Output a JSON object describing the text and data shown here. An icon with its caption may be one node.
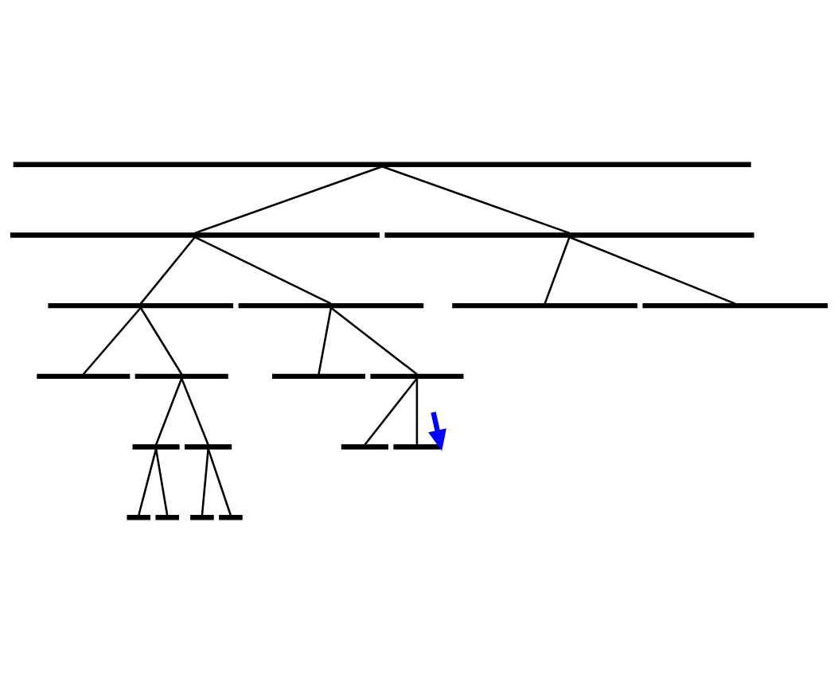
{
  "diagram": {
    "nodes": [
      {
        "text": [],
        "shape": "bar"
      },
      {
        "text": [],
        "shape": "bar"
      },
      {
        "text": [],
        "shape": "bar"
      },
      {
        "text": [],
        "shape": "bar"
      },
      {
        "text": [],
        "shape": "bar"
      },
      {
        "text": [],
        "shape": "bar"
      },
      {
        "text": [],
        "shape": "bar"
      },
      {
        "text": [],
        "shape": "bar"
      },
      {
        "text": [],
        "shape": "bar"
      },
      {
        "text": [],
        "shape": "bar"
      },
      {
        "text": [],
        "shape": "bar"
      },
      {
        "text": [],
        "shape": "bar"
      },
      {
        "text": [],
        "shape": "bar"
      },
      {
        "text": [],
        "shape": "bar"
      },
      {
        "text": [],
        "shape": "bar"
      },
      {
        "text": [],
        "shape": "bar"
      },
      {
        "text": [],
        "shape": "bar"
      },
      {
        "text": [],
        "shape": "bar"
      },
      {
        "text": [],
        "shape": "bar"
      }
    ],
    "edges": [
      {
        "from": 0,
        "to": 1,
        "arrow": "none"
      },
      {
        "from": 0,
        "to": 2,
        "arrow": "none"
      },
      {
        "from": 1,
        "to": 3,
        "arrow": "none"
      },
      {
        "from": 1,
        "to": 4,
        "arrow": "none"
      },
      {
        "from": 2,
        "to": 5,
        "arrow": "none"
      },
      {
        "from": 2,
        "to": 6,
        "arrow": "none"
      },
      {
        "from": 3,
        "to": 7,
        "arrow": "none"
      },
      {
        "from": 3,
        "to": 8,
        "arrow": "none"
      },
      {
        "from": 4,
        "to": 9,
        "arrow": "none"
      },
      {
        "from": 4,
        "to": 10,
        "arrow": "none"
      },
      {
        "from": 8,
        "to": 11,
        "arrow": "none"
      },
      {
        "from": 8,
        "to": 12,
        "arrow": "none"
      },
      {
        "from": 10,
        "to": 13,
        "arrow": "none"
      },
      {
        "from": 10,
        "to": 14,
        "arrow": "none"
      },
      {
        "from": 11,
        "to": 15,
        "arrow": "none"
      },
      {
        "from": 11,
        "to": 16,
        "arrow": "none"
      },
      {
        "from": 12,
        "to": 17,
        "arrow": "none"
      },
      {
        "from": 12,
        "to": 18,
        "arrow": "none"
      },
      {
        "from": null,
        "to": 14,
        "arrow": "to",
        "style": "thick",
        "color": "#0000ff"
      }
    ]
  }
}
